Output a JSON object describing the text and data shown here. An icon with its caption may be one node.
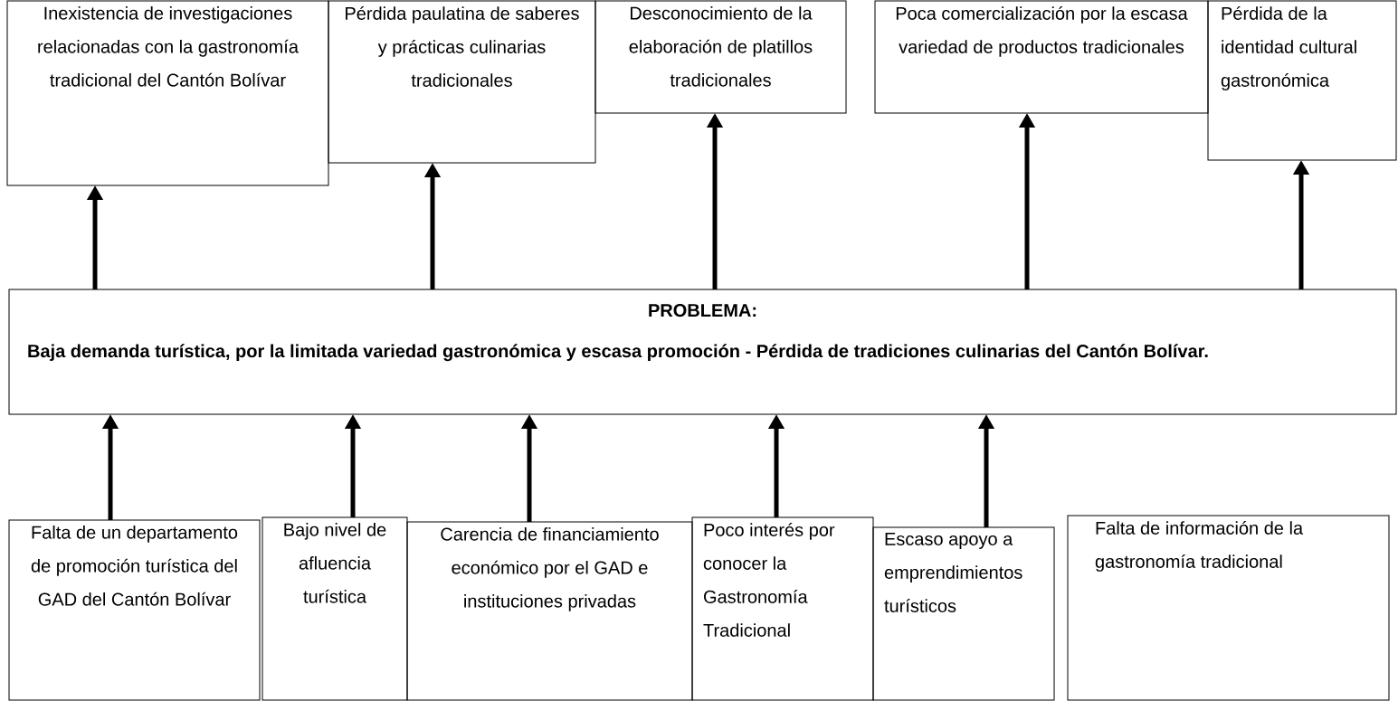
{
  "diagram": {
    "nodes": [
      {
        "text": [
          "Inexistencia de investigaciones relacionadas con la gastronomía tradicional del Cantón Bolívar"
        ]
      },
      {
        "text": [
          "Pérdida paulatina de saberes y prácticas culinarias tradicionales"
        ]
      },
      {
        "text": [
          "Desconocimiento de la elaboración de platillos tradicionales"
        ]
      },
      {
        "text": [
          "Poca comercialización por la escasa variedad de productos tradicionales"
        ]
      },
      {
        "text": [
          "Pérdida de la identidad cultural gastronómica"
        ]
      },
      {
        "text": [
          "PROBLEMA:",
          "Baja demanda turística, por la limitada variedad gastronómica y escasa promoción - Pérdida de tradiciones culinarias del Cantón Bolívar."
        ]
      },
      {
        "text": [
          "Falta de un departamento de promoción turística del GAD del Cantón Bolívar"
        ]
      },
      {
        "text": [
          "Bajo nivel de afluencia turística"
        ]
      },
      {
        "text": [
          "Carencia de financiamiento económico por el GAD e instituciones privadas"
        ]
      },
      {
        "text": [
          "Poco interés por conocer la Gastronomía Tradicional"
        ]
      },
      {
        "text": [
          "Escaso apoyo a emprendimientos turísticos"
        ]
      },
      {
        "text": [
          "Falta de información de la gastronomía tradicional"
        ]
      }
    ],
    "edges": [
      {
        "from": 5,
        "to": 0,
        "arrow": "to"
      },
      {
        "from": 5,
        "to": 1,
        "arrow": "to"
      },
      {
        "from": 5,
        "to": 2,
        "arrow": "to"
      },
      {
        "from": 5,
        "to": 3,
        "arrow": "to"
      },
      {
        "from": 5,
        "to": 4,
        "arrow": "to"
      },
      {
        "from": 6,
        "to": 5,
        "arrow": "to"
      },
      {
        "from": 7,
        "to": 5,
        "arrow": "to"
      },
      {
        "from": 8,
        "to": 5,
        "arrow": "to"
      },
      {
        "from": 9,
        "to": 5,
        "arrow": "to"
      },
      {
        "from": 10,
        "to": 5,
        "arrow": "to"
      }
    ]
  }
}
